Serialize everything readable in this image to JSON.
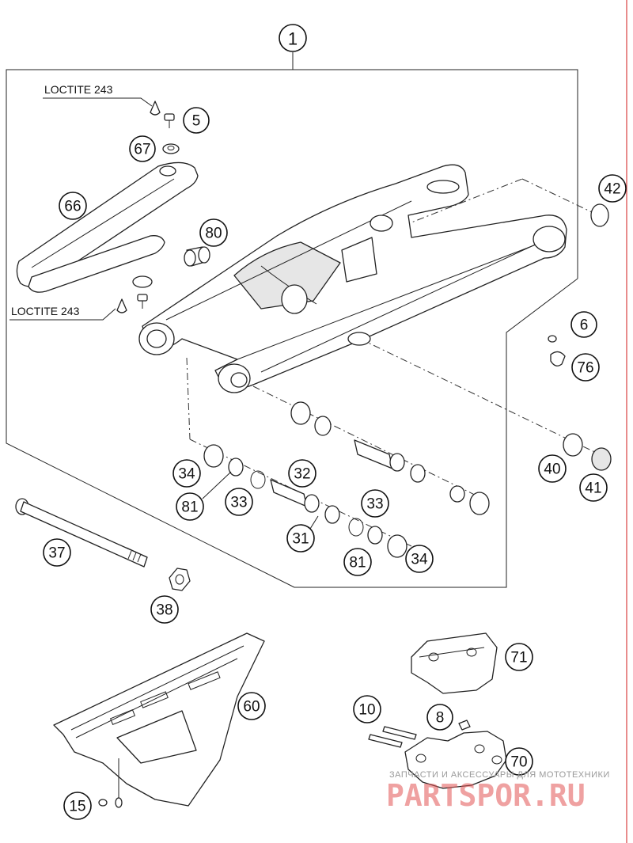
{
  "labels": {
    "loctite_top": "LOCTITE 243",
    "loctite_bottom": "LOCTITE 243"
  },
  "callouts": {
    "c1": "1",
    "c5": "5",
    "c67": "67",
    "c66": "66",
    "c80": "80",
    "c42": "42",
    "c6": "6",
    "c76": "76",
    "c40": "40",
    "c41": "41",
    "c34a": "34",
    "c81a": "81",
    "c33a": "33",
    "c32": "32",
    "c31": "31",
    "c33b": "33",
    "c81b": "81",
    "c34b": "34",
    "c37": "37",
    "c38": "38",
    "c60": "60",
    "c71": "71",
    "c10": "10",
    "c8": "8",
    "c70": "70",
    "c15": "15"
  },
  "watermark": {
    "top": "ЗАПЧАСТИ И АКСЕССУАРЫ ДЛЯ МОТОТЕХНИКИ",
    "main": "PARTSPOR.RU"
  }
}
